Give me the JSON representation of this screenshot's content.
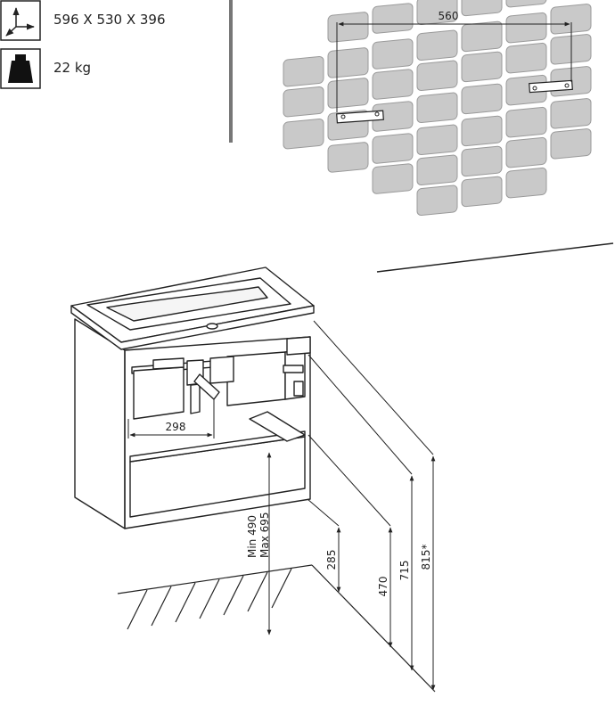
{
  "specs": {
    "dimensions": "596 X 530 X 396",
    "weight": "22 kg",
    "dimensions_icon": "axes-icon",
    "weight_icon": "weight-icon"
  },
  "wall": {
    "bracket_spacing": "560",
    "tile_color": "#c9c9c9"
  },
  "cabinet": {
    "siphon_offset": "298",
    "mount_height_min": "Min 490",
    "mount_height_max": "Max 695"
  },
  "heights": {
    "drawer_bottom": "285",
    "cabinet_bottom": "470",
    "cabinet_top": "715",
    "basin_top": "815*"
  },
  "colors": {
    "line": "#222222",
    "tile": "#c9c9c9",
    "tile_stroke": "#9a9a9a",
    "divider": "#777777"
  }
}
